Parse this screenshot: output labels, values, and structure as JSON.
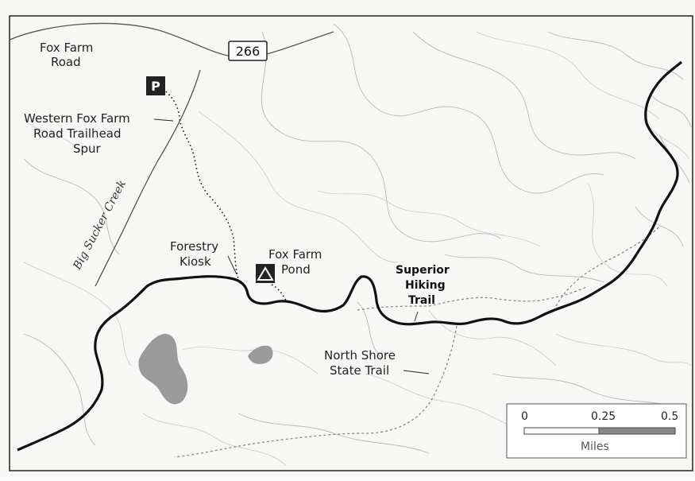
{
  "map": {
    "labels": {
      "road": "Fox Farm\nRoad",
      "road_line1": "Fox Farm",
      "road_line2": "Road",
      "highway": "266",
      "parking": "P",
      "spur_line1": "Western Fox Farm",
      "spur_line2": "Road Trailhead",
      "spur_line3": "Spur",
      "creek": "Big Sucker Creek",
      "kiosk_line1": "Forestry",
      "kiosk_line2": "Kiosk",
      "pond_line1": "Fox Farm",
      "pond_line2": "Pond",
      "sht_line1": "Superior",
      "sht_line2": "Hiking",
      "sht_line3": "Trail",
      "nsst_line1": "North Shore",
      "nsst_line2": "State Trail"
    },
    "scale": {
      "ticks": [
        "0",
        "0.25",
        "0.5"
      ],
      "unit": "Miles"
    },
    "colors": {
      "trail": "#111111",
      "water": "#9a9a9a",
      "contour": "#b9b9b9",
      "frame": "#222222"
    },
    "icons": {
      "parking": "parking-icon",
      "campsite": "campsite-icon"
    }
  }
}
